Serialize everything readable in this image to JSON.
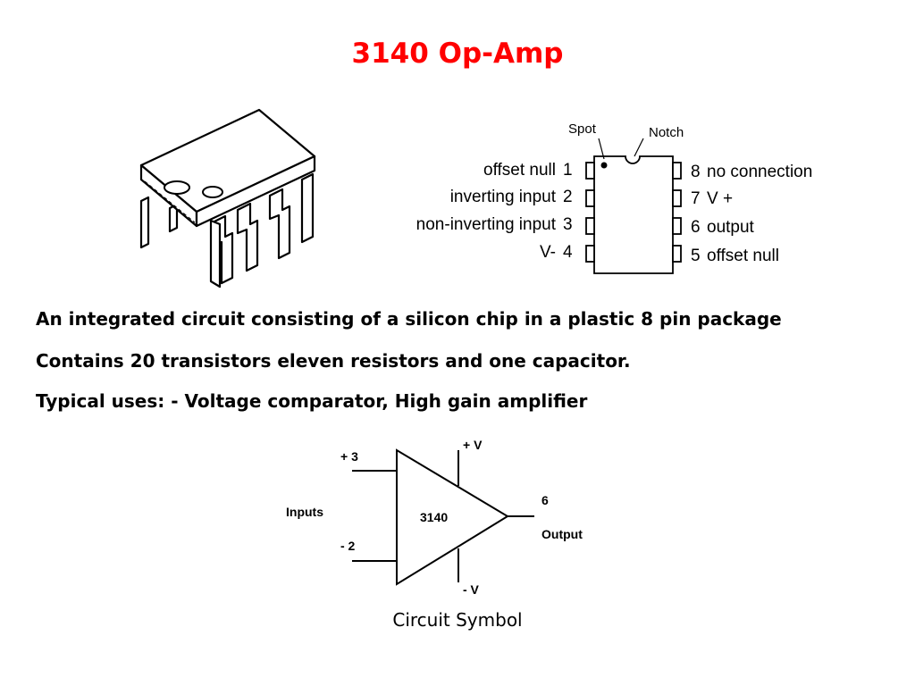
{
  "title": "3140 Op-Amp",
  "pinout": {
    "spot_label": "Spot",
    "notch_label": "Notch",
    "left_pins": [
      {
        "label": "offset null",
        "number": "1"
      },
      {
        "label": "inverting input",
        "number": "2"
      },
      {
        "label": "non-inverting input",
        "number": "3"
      },
      {
        "label": "V-",
        "number": "4"
      }
    ],
    "right_pins": [
      {
        "number": "8",
        "label": "no connection"
      },
      {
        "number": "7",
        "label": "V +"
      },
      {
        "number": "6",
        "label": "output"
      },
      {
        "number": "5",
        "label": "offset null"
      }
    ]
  },
  "bullets": [
    "An integrated circuit consisting of a silicon chip in a plastic 8 pin package",
    "Contains 20 transistors eleven resistors and one capacitor.",
    "Typical uses: - Voltage comparator, High gain amplifier"
  ],
  "symbol": {
    "plus_input": "+ 3",
    "minus_input": "- 2",
    "inputs_label": "Inputs",
    "chip_label": "3140",
    "plus_v": "+ V",
    "minus_v": "- V",
    "output_pin": "6",
    "output_label": "Output"
  },
  "caption": "Circuit Symbol"
}
